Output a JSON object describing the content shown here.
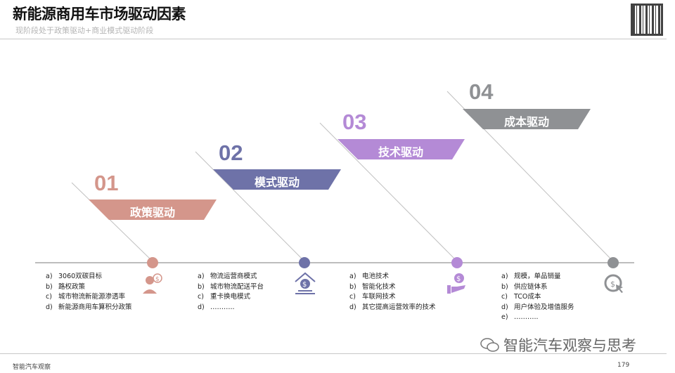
{
  "header": {
    "title": "新能源商用车市场驱动因素",
    "subtitle": "现阶段处于政策驱动+商业模式驱动阶段"
  },
  "stages": [
    {
      "number": "01",
      "label": "政策驱动",
      "color": "#d4968b",
      "icon": "person-dollar-icon",
      "items": [
        [
          "a)",
          "3060双碳目标"
        ],
        [
          "b)",
          "路权政策"
        ],
        [
          "c)",
          "城市物流新能源渗透率"
        ],
        [
          "d)",
          "新能源商用车算积分政策"
        ]
      ]
    },
    {
      "number": "02",
      "label": "模式驱动",
      "color": "#6e72a8",
      "icon": "bank-dollar-icon",
      "items": [
        [
          "a)",
          "物流运营商模式"
        ],
        [
          "b)",
          "城市物流配送平台"
        ],
        [
          "c)",
          "重卡换电模式"
        ],
        [
          "d)",
          "……….."
        ]
      ]
    },
    {
      "number": "03",
      "label": "技术驱动",
      "color": "#b48ad6",
      "icon": "hand-dollar-icon",
      "items": [
        [
          "a)",
          "电池技术"
        ],
        [
          "b)",
          "智能化技术"
        ],
        [
          "c)",
          "车联网技术"
        ],
        [
          "d)",
          "其它提高运营效率的技术"
        ]
      ]
    },
    {
      "number": "04",
      "label": "成本驱动",
      "color": "#8f9194",
      "icon": "cost-click-icon",
      "items": [
        [
          "a)",
          "规模，单品销量"
        ],
        [
          "b)",
          "供应链体系"
        ],
        [
          "c)",
          "TCO成本"
        ],
        [
          "d)",
          "用户体验及增值服务"
        ],
        [
          "e)",
          "……….."
        ]
      ]
    }
  ],
  "footer": {
    "source": "智能汽车观察",
    "page": "179",
    "watermark": "智能汽车观察与思考"
  }
}
